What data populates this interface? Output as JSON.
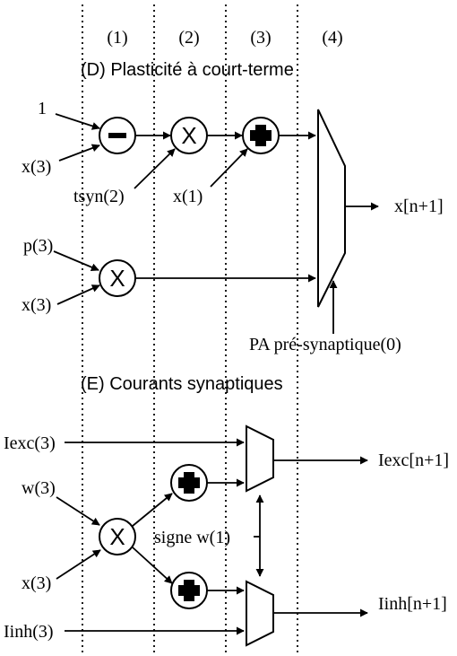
{
  "stages": [
    "(1)",
    "(2)",
    "(3)",
    "(4)"
  ],
  "section_d": {
    "title": "(D) Plasticité à court-terme",
    "input_one": "1",
    "input_x3_a": "x(3)",
    "input_tsyn": "tsyn(2)",
    "input_x1": "x(1)",
    "output": "x[n+1]",
    "input_p3": "p(3)",
    "input_x3_b": "x(3)",
    "mux_select": "PA pré-synaptique(0)",
    "op_minus": "−",
    "op_times_a": "X",
    "op_plus": "+",
    "op_times_b": "X"
  },
  "section_e": {
    "title": "(E) Courants synaptiques",
    "input_iexc": "Iexc(3)",
    "input_w": "w(3)",
    "input_x": "x(3)",
    "input_iinh": "Iinh(3)",
    "select": "signe w(1)",
    "output_exc": "Iexc[n+1]",
    "output_inh": "Iinh[n+1]",
    "op_times": "X",
    "op_plus_top": "+",
    "op_plus_bottom": "+"
  }
}
